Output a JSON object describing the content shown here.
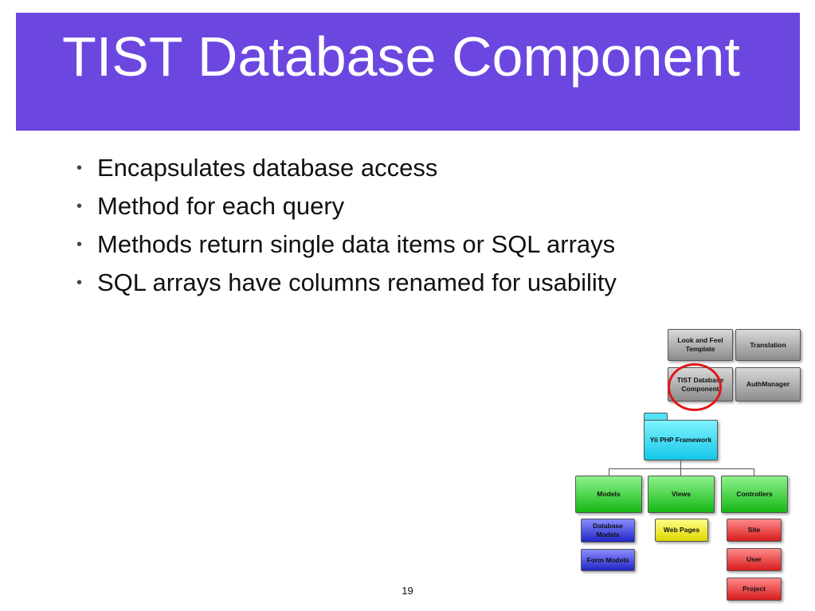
{
  "slide": {
    "title": "TIST Database Component",
    "bullets": [
      "Encapsulates database access",
      "Method for each query",
      "Methods return single data items or SQL arrays",
      "SQL arrays have columns renamed for usability"
    ],
    "page_number": "19"
  },
  "diagram": {
    "top_row": [
      "Look and Feel Template",
      "Translation"
    ],
    "second_row": [
      "TIST Database Component",
      "AuthManager"
    ],
    "framework": "Yii PHP Framework",
    "layers": [
      "Models",
      "Views",
      "Controllers"
    ],
    "models_children": [
      "Database Models",
      "Form Models"
    ],
    "views_children": [
      "Web Pages"
    ],
    "controllers_children": [
      "Site",
      "User",
      "Project"
    ],
    "highlight_color": "#e01818"
  },
  "colors": {
    "title_bar": "#6b47e0"
  }
}
